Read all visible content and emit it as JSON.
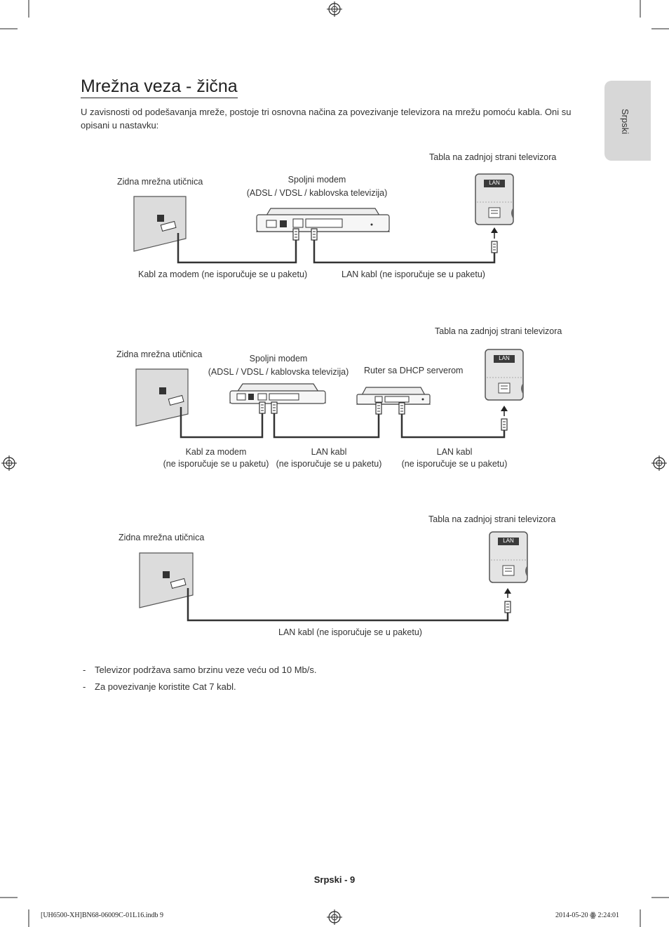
{
  "page": {
    "title": "Mrežna veza - žična",
    "intro": "U zavisnosti od podešavanja mreže, postoje tri osnovna načina za povezivanje televizora na mrežu pomoću kabla. Oni su opisani u nastavku:",
    "side_tab": "Srpski"
  },
  "diagram1": {
    "tv_panel": "Tabla na zadnjoj strani televizora",
    "wall": "Zidna mrežna utičnica",
    "modem": "Spoljni modem",
    "modem_types": "(ADSL / VDSL / kablovska televizija)",
    "modem_cable": "Kabl za modem (ne isporučuje se u paketu)",
    "lan_cable": "LAN kabl (ne isporučuje se u paketu)",
    "lan_port": "LAN"
  },
  "diagram2": {
    "tv_panel": "Tabla na zadnjoj strani televizora",
    "wall": "Zidna mrežna utičnica",
    "modem": "Spoljni modem",
    "modem_types": "(ADSL / VDSL / kablovska televizija)",
    "router": "Ruter sa DHCP serverom",
    "modem_cable": "Kabl za modem",
    "modem_cable_note": "(ne isporučuje se u paketu)",
    "lan_cable_1": "LAN kabl",
    "lan_cable_1_note": "(ne isporučuje se u paketu)",
    "lan_cable_2": "LAN kabl",
    "lan_cable_2_note": "(ne isporučuje se u paketu)",
    "lan_port": "LAN"
  },
  "diagram3": {
    "tv_panel": "Tabla na zadnjoj strani televizora",
    "wall": "Zidna mrežna utičnica",
    "lan_cable": "LAN kabl (ne isporučuje se u paketu)",
    "lan_port": "LAN"
  },
  "notes": [
    "Televizor podržava samo brzinu veze veću od 10 Mb/s.",
    "Za povezivanje koristite Cat 7 kabl."
  ],
  "footer": {
    "page_label": "Srpski - 9",
    "file_info": "[UH6500-XH]BN68-06009C-01L16.indb   9",
    "timestamp": "2014-05-20   ꙮ 2:24:01"
  }
}
